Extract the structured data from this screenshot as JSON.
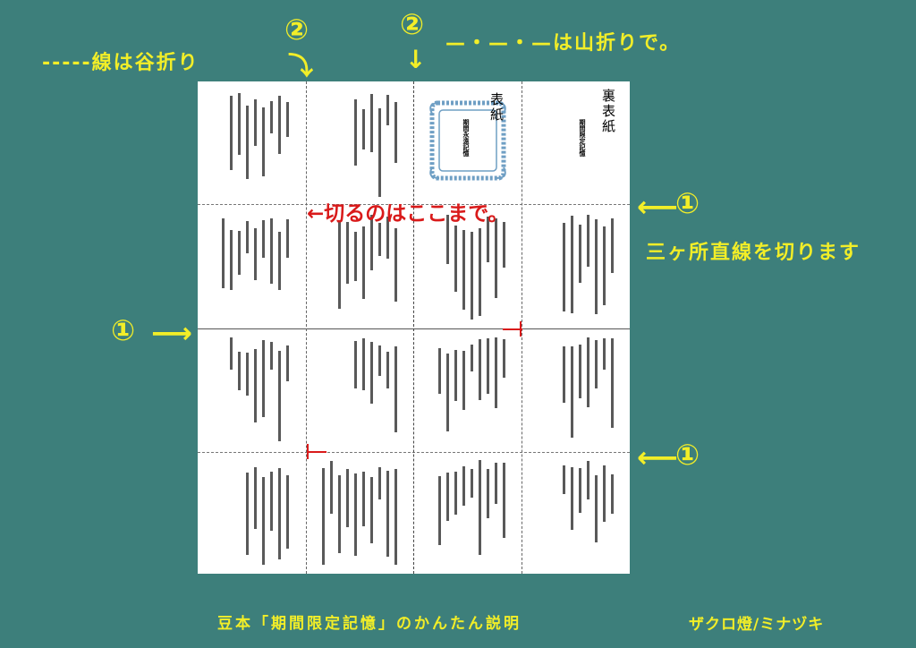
{
  "top_notes": {
    "valley_fold_note": "-----線は谷折り",
    "mountain_fold_note": "—・—・—は山折りで。",
    "marker_2": "②",
    "down_arrow": "↓",
    "curved_arrow": "⤵"
  },
  "right_notes": {
    "marker_1": "①",
    "left_arrow": "⟵",
    "right_arrow": "⟶",
    "cut_note": "三ヶ所直線を切ります"
  },
  "center_note": "←切るのはここまで。",
  "sheet": {
    "front_cover": "表紙",
    "front_cover_subtitle": "期間永遠記憶",
    "back_cover": "裏表紙",
    "back_cover_subtitle": "期間限定記憶"
  },
  "footer": {
    "title": "豆本「期間限定記憶」のかんたん説明",
    "author": "ザクロ燈/ミナヅキ"
  },
  "colors": {
    "background": "#3d7f7b",
    "annotation": "#f2ee28",
    "cut_mark": "#d91a1a",
    "cover_frame": "#6f9fc4"
  }
}
